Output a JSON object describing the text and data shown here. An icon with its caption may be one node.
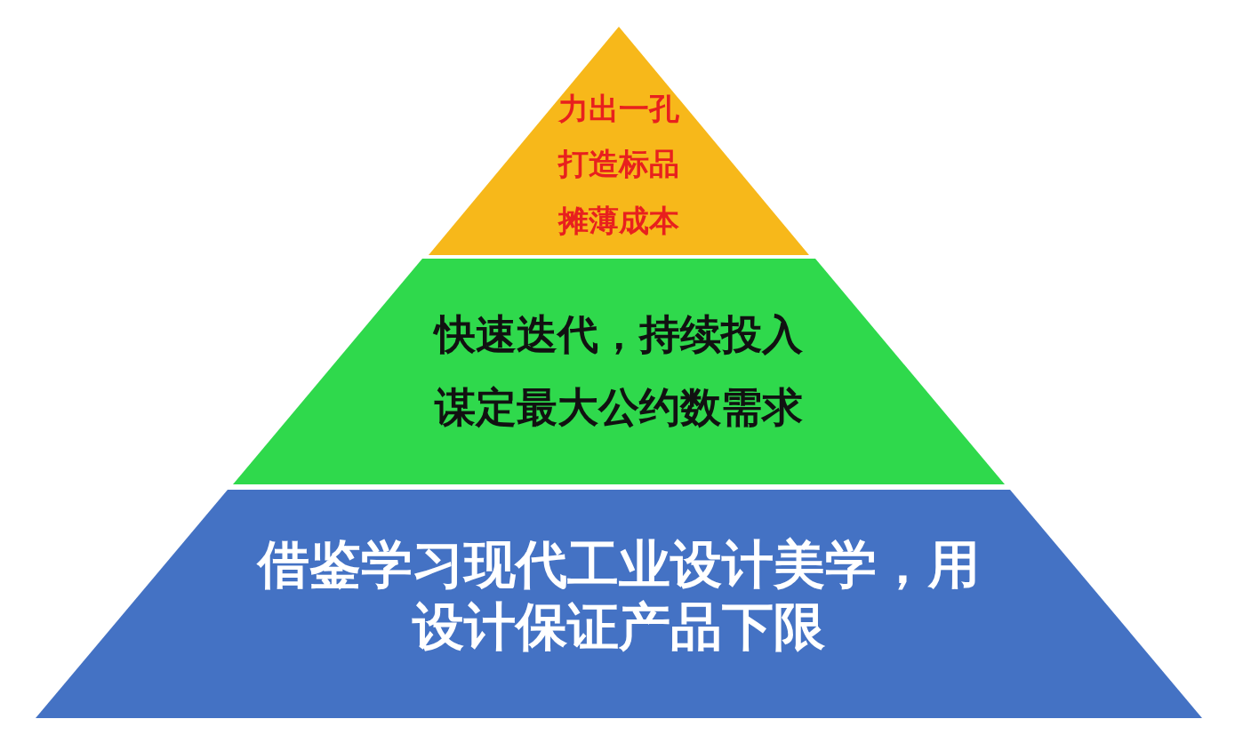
{
  "diagram": {
    "nodes": [
      {
        "text": [
          "力出一孔",
          "打造标品",
          "摊薄成本"
        ]
      },
      {
        "text": [
          "快速迭代，持续投入",
          "谋定最大公约数需求"
        ]
      },
      {
        "text": [
          "借鉴学习现代工业设计美学，用设计保证产品下限"
        ]
      }
    ]
  }
}
